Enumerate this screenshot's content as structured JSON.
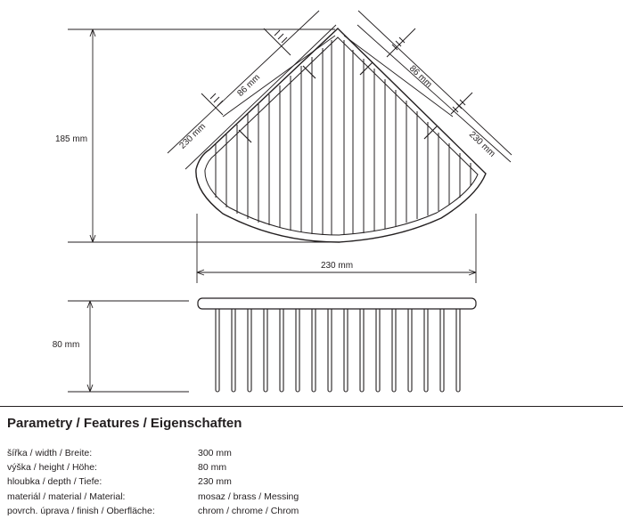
{
  "drawing": {
    "plan_view": {
      "dim_depth_left": "230 mm",
      "dim_depth_right": "230 mm",
      "dim_mount_left": "86 mm",
      "dim_mount_right": "86 mm",
      "dim_height": "185 mm",
      "dim_width": "230 mm"
    },
    "side_view": {
      "dim_height": "80 mm"
    }
  },
  "features": {
    "title": "Parametry / Features / Eigenschaften",
    "rows": [
      {
        "label": "šířka / width / Breite:",
        "value": "300 mm"
      },
      {
        "label": "výška / height / Höhe:",
        "value": "80 mm"
      },
      {
        "label": "hloubka / depth / Tiefe:",
        "value": "230 mm"
      },
      {
        "label": "materiál / material / Material:",
        "value": "mosaz / brass / Messing"
      },
      {
        "label": "povrch. úprava / finish / Oberfläche:",
        "value": "chrom / chrome / Chrom"
      }
    ]
  }
}
